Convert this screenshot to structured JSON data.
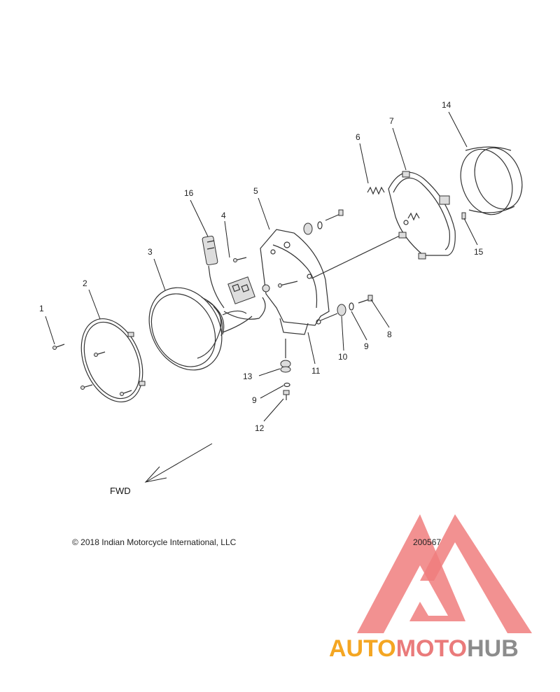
{
  "callouts": [
    {
      "label": "1"
    },
    {
      "label": "2"
    },
    {
      "label": "3"
    },
    {
      "label": "4"
    },
    {
      "label": "5"
    },
    {
      "label": "16"
    },
    {
      "label": "6"
    },
    {
      "label": "7"
    },
    {
      "label": "14"
    },
    {
      "label": "15"
    },
    {
      "label": "8"
    },
    {
      "label": "9"
    },
    {
      "label": "10"
    },
    {
      "label": "11"
    },
    {
      "label": "13"
    },
    {
      "label": "9"
    },
    {
      "label": "12"
    }
  ],
  "fwd_label": "FWD",
  "copyright": "© 2018 Indian Motorcycle International, LLC",
  "diagram_number": "200567",
  "watermark": {
    "part1": "AUTO",
    "part2": "MOTO",
    "part3": "HUB",
    "colors": {
      "auto": "#f4a623",
      "moto": "#ea7b7b",
      "hub": "#8c8c8c",
      "triangle": "#ee6b6b"
    }
  }
}
